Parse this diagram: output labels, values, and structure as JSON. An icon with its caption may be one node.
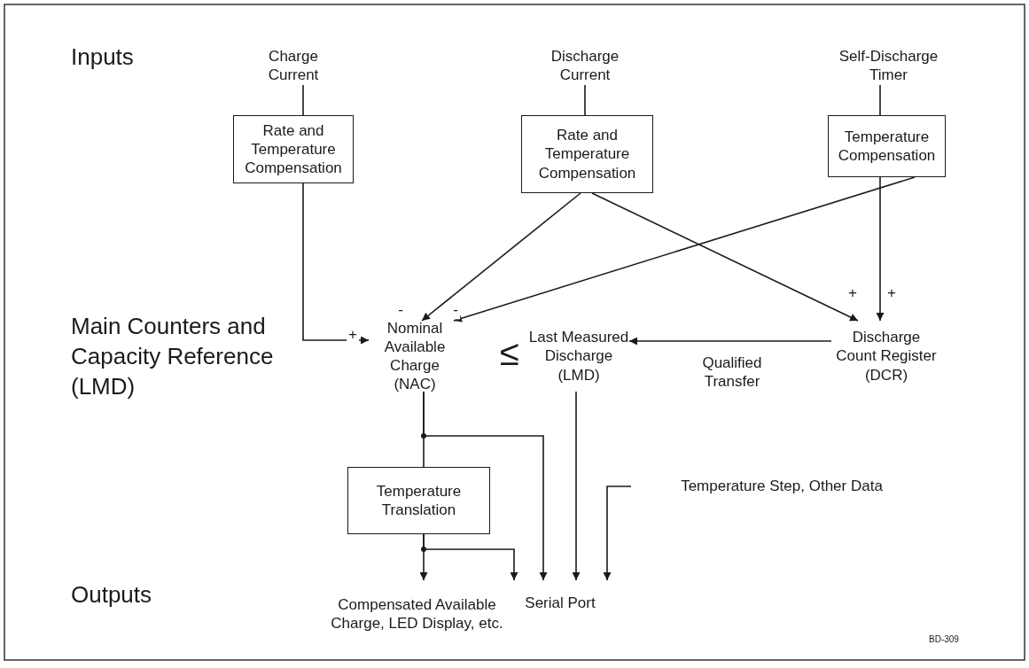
{
  "diagram": {
    "nodes": [
      {
        "text": [
          "Charge Current"
        ]
      },
      {
        "text": [
          "Discharge Current"
        ]
      },
      {
        "text": [
          "Self-Discharge Timer"
        ]
      },
      {
        "text": [
          "Rate and Temperature Compensation"
        ]
      },
      {
        "text": [
          "Rate and Temperature Compensation"
        ]
      },
      {
        "text": [
          "Temperature Compensation"
        ]
      },
      {
        "text": [
          "Nominal Available Charge (NAC)"
        ]
      },
      {
        "text": [
          "Last Measured Discharge (LMD)"
        ]
      },
      {
        "text": [
          "Discharge Count Register (DCR)"
        ]
      },
      {
        "text": [
          "Temperature Translation"
        ]
      },
      {
        "text": [
          "Compensated Available Charge, LED Display, etc."
        ]
      },
      {
        "text": [
          "Serial Port"
        ]
      },
      {
        "text": [
          "Temperature Step, Other Data"
        ]
      }
    ],
    "edges": [
      {
        "from": 0,
        "to": 3,
        "arrow": "none"
      },
      {
        "from": 1,
        "to": 4,
        "arrow": "none"
      },
      {
        "from": 2,
        "to": 5,
        "arrow": "none"
      },
      {
        "from": 3,
        "to": 6,
        "arrow": "to",
        "label": "+"
      },
      {
        "from": 4,
        "to": 6,
        "arrow": "to",
        "label": "-"
      },
      {
        "from": 5,
        "to": 6,
        "arrow": "to",
        "label": "-"
      },
      {
        "from": 4,
        "to": 8,
        "arrow": "to",
        "label": "+"
      },
      {
        "from": 5,
        "to": 8,
        "arrow": "to",
        "label": "+"
      },
      {
        "from": 8,
        "to": 7,
        "arrow": "to",
        "label": "Qualified Transfer"
      },
      {
        "from": 6,
        "to": 9,
        "arrow": "none"
      },
      {
        "from": 6,
        "to": 11,
        "arrow": "to"
      },
      {
        "from": 7,
        "to": 11,
        "arrow": "to"
      },
      {
        "from": 12,
        "to": 11,
        "arrow": "to"
      },
      {
        "from": 9,
        "to": 10,
        "arrow": "to"
      },
      {
        "from": 9,
        "to": 11,
        "arrow": "to"
      }
    ],
    "labels": [
      "Inputs",
      "Main Counters and Capacity Reference (LMD)",
      "≤",
      "Outputs",
      "BD-309"
    ]
  }
}
